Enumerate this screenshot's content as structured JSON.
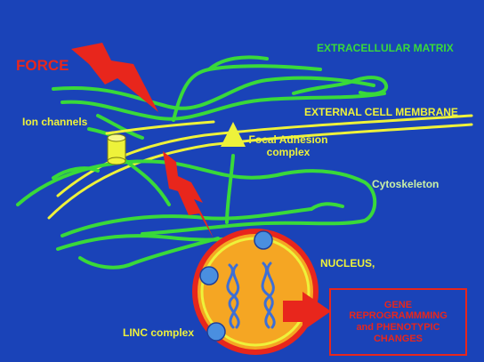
{
  "labels": {
    "force": "FORCE",
    "extracellular_matrix": "EXTRACELLULAR MATRIX",
    "external_cell_membrane": "EXTERNAL CELL MEMBRANE",
    "ion_channels": "Ion channels",
    "focal_adhesion_line1": "Focal Adhesion",
    "focal_adhesion_line2": "complex",
    "cytoskeleton": "Cytoskeleton",
    "nucleus": "NUCLEUS,",
    "linc_complex": "LINC complex",
    "gene_line1": "GENE",
    "gene_line2": "REPROGRAMMMING",
    "gene_line3": "and PHENOTYPIC",
    "gene_line4": "CHANGES"
  },
  "colors": {
    "background": "#1a43b8",
    "matrix_green": "#39d93a",
    "membrane_yellow": "#eef23a",
    "force_red": "#e8261c",
    "nucleus_orange": "#f5a623",
    "linc_blue": "#4a8fe0"
  }
}
